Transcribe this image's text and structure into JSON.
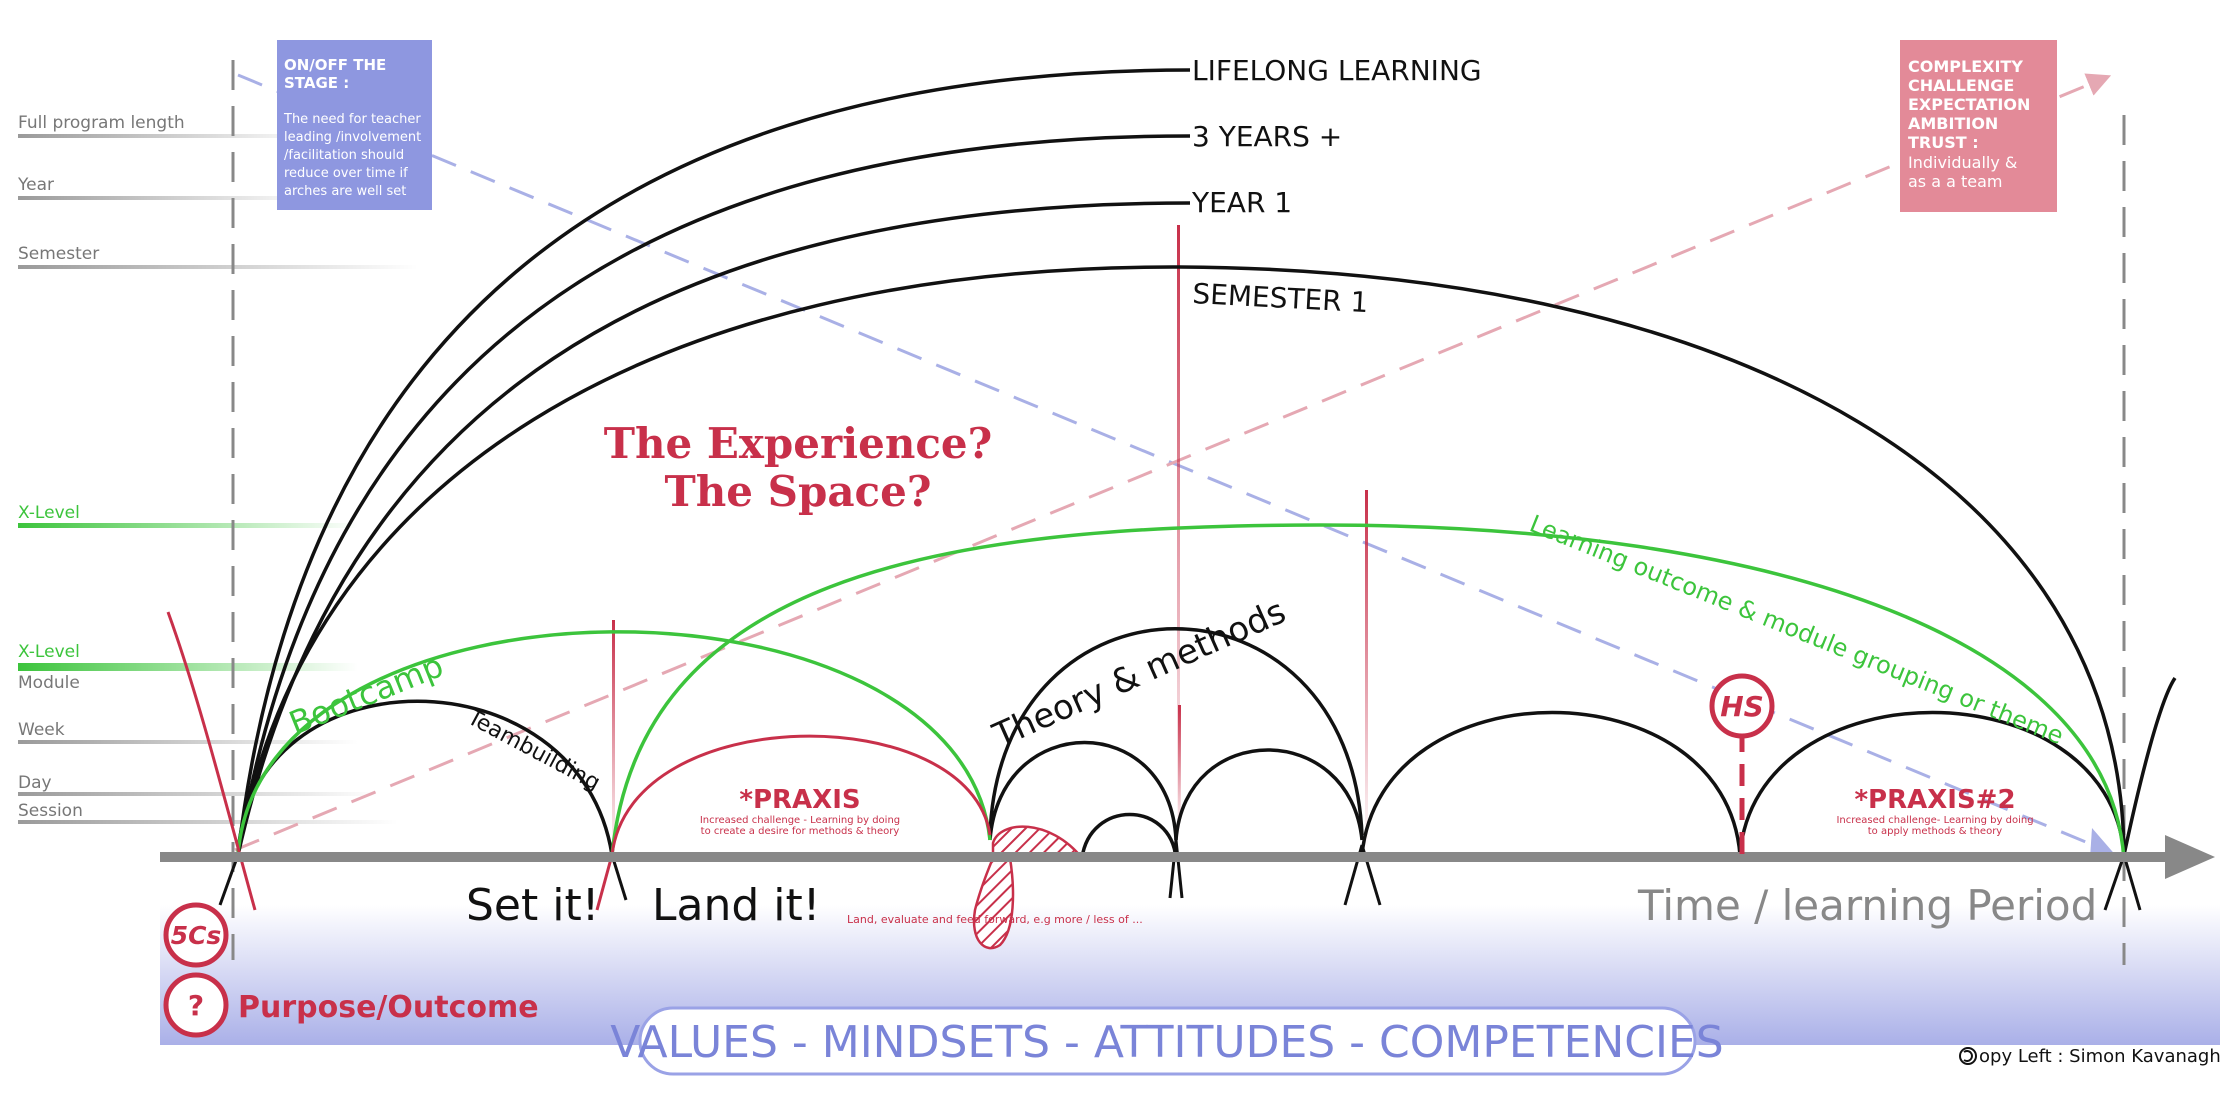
{
  "left_scale": [
    "Full program length",
    "Year",
    "Semester",
    "X-Level",
    "X-Level",
    "Module",
    "Week",
    "Day",
    "Session"
  ],
  "arch_labels": {
    "lifelong": "LIFELONG LEARNING",
    "three_years": "3 YEARS +",
    "year1": "YEAR 1",
    "semester1": "SEMESTER 1"
  },
  "onoff_box": {
    "title_1": "ON/OFF THE",
    "title_2": "STAGE :",
    "body": [
      "The need for teacher",
      "leading /involvement",
      "/facilitation should",
      "reduce over time if",
      "arches are well set"
    ]
  },
  "complexity_box": {
    "lines_bold": [
      "COMPLEXITY",
      "CHALLENGE",
      "EXPECTATION",
      "AMBITION",
      "TRUST :"
    ],
    "lines_normal": [
      "Individually &",
      "as a a team"
    ]
  },
  "experience": {
    "line1": "The Experience?",
    "line2": "The Space?"
  },
  "curve_labels": {
    "bootcamp": "Bootcamp",
    "teambuilding": "Teambuilding",
    "theory": "Theory & methods",
    "learning_outcome": "Learning outcome & module grouping or theme"
  },
  "praxis1": {
    "title": "*PRAXIS",
    "line1": "Increased challenge - Learning by doing",
    "line2": "to create a desire for methods & theory"
  },
  "praxis2": {
    "title": "*PRAXIS#2",
    "line1": "Increased challenge- Learning by doing",
    "line2": "to apply methods & theory"
  },
  "phases": {
    "set_it": "Set it!",
    "land_it": "Land it!",
    "land_note": "Land, evaluate and feed forward, e.g more / less of ...",
    "time_axis": "Time / learning Period"
  },
  "badges": {
    "five_cs": "5Cs",
    "question": "?",
    "hs": "HS"
  },
  "purpose": "Purpose/Outcome",
  "values_bar": "VALUES -  MINDSETS - ATTITUDES - COMPETENCIES",
  "credit": "opy Left : Simon Kavanagh",
  "colors": {
    "black": "#111111",
    "green": "#3cc43c",
    "red": "#c8304a",
    "blue_box": "#8e97e0",
    "pink_box": "#e38a98",
    "blue_text": "#7a84d8",
    "axis_gray": "#888888"
  }
}
